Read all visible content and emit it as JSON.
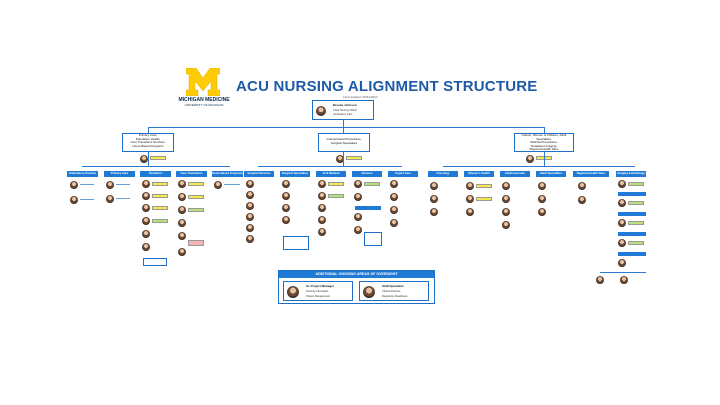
{
  "header": {
    "org_line1": "MICHIGAN MEDICINE",
    "org_line2": "UNIVERSITY OF MICHIGAN",
    "title": "ACU NURSING ALIGNMENT STRUCTURE",
    "subtitle": "Last Updated: 05/31/2024"
  },
  "top": {
    "name": "Brooke Johnson",
    "role": "Chief Nursing Officer",
    "unit": "Ambulatory Care"
  },
  "level2": [
    {
      "line1": "Primary Care,",
      "line2": "Population Health,",
      "line3": "Care Transitions Services,",
      "line4": "Home Based Programs"
    },
    {
      "line1": "Interventional Procedures,",
      "line2": "Surgical Specialties"
    },
    {
      "line1": "Cancer, Women & Children, Adult Specialties,",
      "line2": "Medical Procedures,",
      "line3": "Outpatient Imaging,",
      "line4": "Regional Health Sites"
    }
  ],
  "level3_columns": [
    "Ambulatory Practice",
    "Primary Care",
    "Pediatrics",
    "Care Transitions",
    "Home Based Programs",
    "Surgical Services",
    "Surgical Specialties",
    "GI & Medical Procedures",
    "Infusion",
    "Urgent Care",
    "Oncology",
    "Women's Health",
    "Cardiovascular",
    "Adult Specialties",
    "Regional Health Sites",
    "Imaging & Radiology"
  ],
  "additional": {
    "title": "ADDITIONAL ONGOING AREAS OF OVERSIGHT",
    "person1_name": "Sr. Project Manager",
    "person1_role": "Nursing Informatics",
    "person1_detail": "Project Management",
    "person2_name": "Staff Specialist",
    "person2_role": "Clinical Practice",
    "person2_detail": "Regulatory Readiness"
  },
  "colors": {
    "blue": "#1f7ad6",
    "title_blue": "#1e5aa8",
    "maize": "#ffcb05",
    "highlight_yellow": "#f4e84f",
    "highlight_green": "#b9e07a",
    "highlight_pink": "#f5b4b4"
  }
}
